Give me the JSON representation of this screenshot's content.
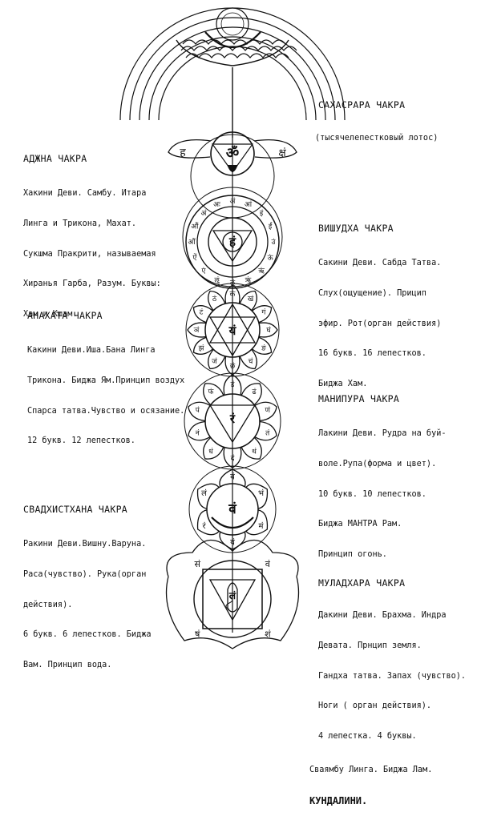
{
  "sahasrara": {
    "title": "САХАСРАРА ЧАКРА",
    "subtitle": "(тысячелепестковый лотос)"
  },
  "ajna": {
    "title": "АДЖНА ЧАКРА",
    "lines": [
      "Хакини Деви. Самбу. Итара",
      "Линга и Трикона, Махат.",
      "Сукшма Пракрити, называемая",
      "Хиранья Гарба, Разум. Буквы:",
      "Хам и Кшам."
    ],
    "glyphs": [
      "ह",
      "ॐ",
      "क्षं"
    ]
  },
  "vishuddha": {
    "title": "ВИШУДХА ЧАКРА",
    "lines": [
      "Сакини Деви. Сабда Татва.",
      "Слух(ощущение). Прицип",
      "эфир. Рот(орган действия)",
      "16 букв. 16 лепестков.",
      "Биджа Хам."
    ],
    "center_glyph": "हं",
    "petal_glyphs": [
      "अं",
      "आं",
      "इं",
      "ईं",
      "उं",
      "ऊं",
      "ऋं",
      "ॠं",
      "ऌं",
      "ॡं",
      "एं",
      "ऐं",
      "ओं",
      "औं",
      "अं",
      "अः"
    ]
  },
  "anahata": {
    "title": "АНАХАТА ЧАКРА",
    "lines": [
      "Какини Деви.Иша.Бана Линга",
      "Трикона. Биджа Ям.Принцип воздух",
      "Спарса татва.Чувство и осязание.",
      "12 букв. 12 лепестков."
    ],
    "center_glyph": "यं",
    "petal_glyphs": [
      "कं",
      "खं",
      "गं",
      "घं",
      "ङं",
      "चं",
      "छं",
      "जं",
      "झं",
      "ञं",
      "टं",
      "ठं"
    ]
  },
  "manipura": {
    "title": "МАНИПУРА ЧАКРА",
    "lines": [
      "Лакини Деви. Рудра на буй-",
      "воле.Рупа(форма и цвет).",
      "10 букв. 10 лепестков.",
      "Биджа МАНТРА Рам.",
      "Принцип огонь."
    ],
    "center_glyph": "रं",
    "petal_glyphs": [
      "डं",
      "ढं",
      "णं",
      "तं",
      "थं",
      "दं",
      "धं",
      "नं",
      "पं",
      "फं"
    ]
  },
  "svadhisthana": {
    "title": "СВАДХИСТХАНА ЧАКРА",
    "lines": [
      "Ракини Деви.Вишну.Варуна.",
      "Раса(чувство). Рука(орган",
      "действия).",
      "6 букв. 6 лепестков. Биджа",
      "Вам. Принцип вода."
    ],
    "center_glyph": "वं",
    "petal_glyphs": [
      "बं",
      "भं",
      "मं",
      "यं",
      "रं",
      "लं"
    ]
  },
  "muladhara": {
    "title": "МУЛАДХАРА ЧАКРА",
    "lines": [
      "Дакини Деви. Брахма. Индра",
      "Девата. Прнцип земля.",
      "Гандха татва. Запах (чувство).",
      "Ноги ( орган действия).",
      "4 лепестка. 4 буквы.",
      "Сваямбу Линга. Биджа Лам."
    ],
    "footer": "КУНДАЛИНИ.",
    "center_glyph": "लं",
    "petal_glyphs": [
      "वं",
      "शं",
      "षं",
      "सं"
    ]
  }
}
